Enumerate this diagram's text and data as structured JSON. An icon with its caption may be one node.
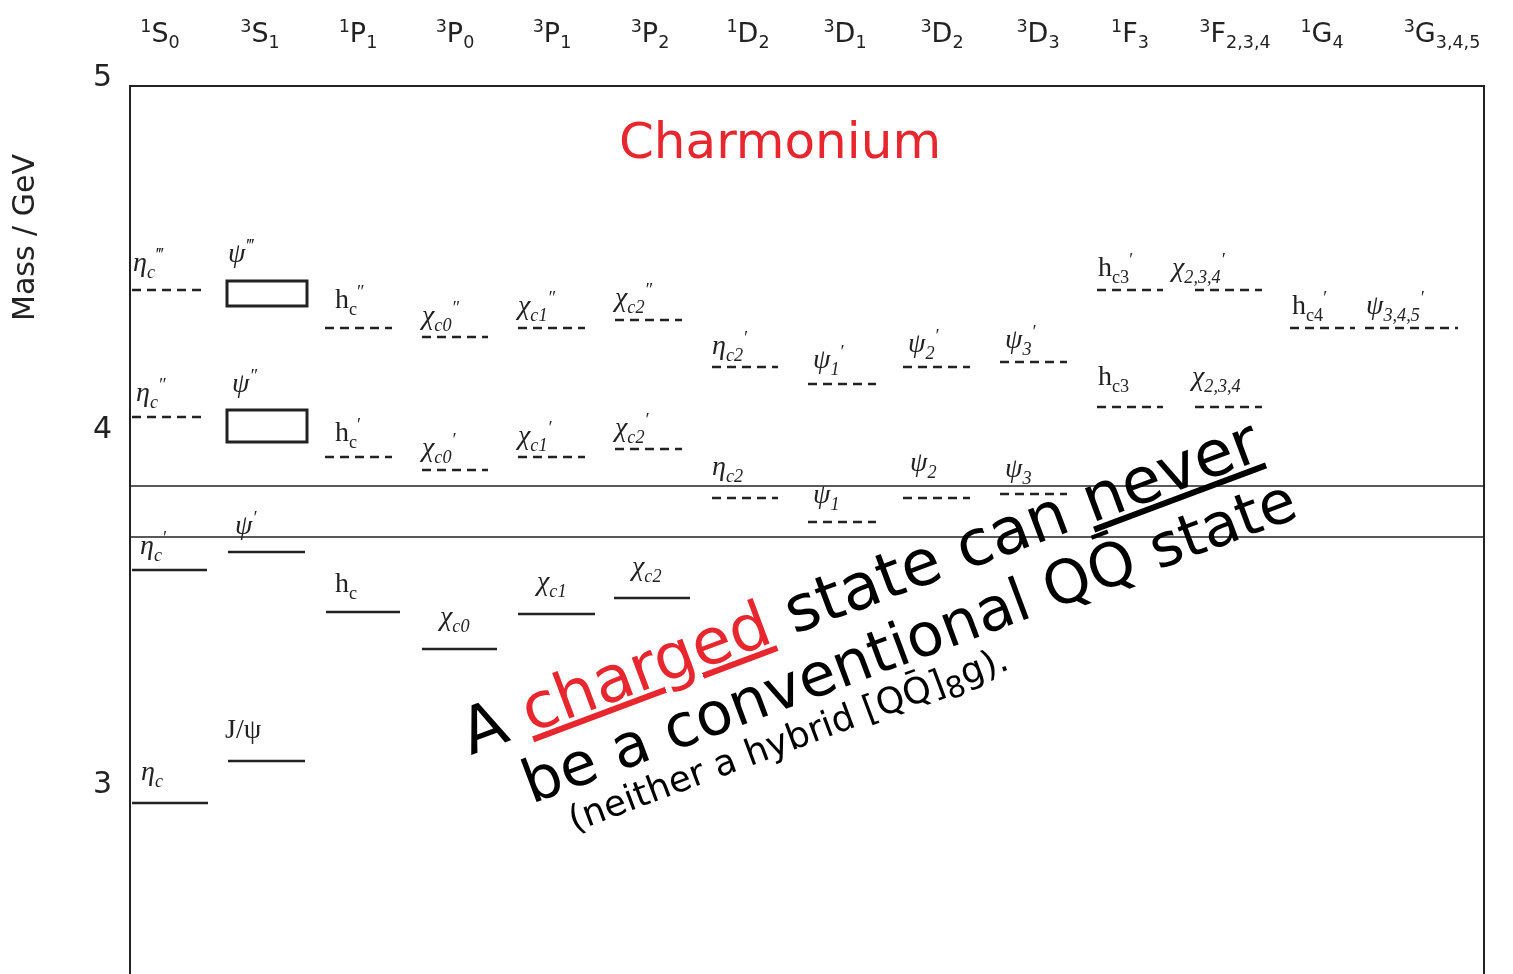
{
  "diagram": {
    "title": "Charmonium",
    "nodes": [
      {
        "text": [],
        "shape": "box"
      },
      {
        "text": [],
        "shape": "box"
      }
    ],
    "labels": [
      "$^{1}$S$_{0}$",
      "$^{3}$S$_{1}$",
      "$^{1}$P$_{1}$",
      "$^{3}$P$_{0}$",
      "$^{3}$P$_{1}$",
      "$^{3}$P$_{2}$",
      "$^{1}$D$_{2}$",
      "$^{3}$D$_{1}$",
      "$^{3}$D$_{2}$",
      "$^{3}$D$_{3}$",
      "$^{1}$F$_{3}$",
      "$^{3}$F$_{2,3,4}$",
      "$^{1}$G$_{4}$",
      "$^{3}$G$_{3,4,5}$",
      "5",
      "Mass / GeV",
      "η$_{c}$$^{‴}$",
      "ψ$^{‴}$",
      "h$_{c}$$^{″}$",
      "χ$_{c0}$$^{″}$",
      "χ$_{c1}$$^{″}$",
      "χ$_{c2}$$^{″}$",
      "η$_{c2}$$^{′}$",
      "ψ$_{1}$$^{′}$",
      "ψ$_{2}$$^{′}$",
      "ψ$_{3}$$^{′}$",
      "h$_{c3}$$^{′}$",
      "χ$_{2,3,4}$$^{′}$",
      "h$_{c4}$$^{′}$",
      "ψ$_{3,4,5}$$^{′}$",
      "h$_{c3}$",
      "χ$_{2,3,4}$",
      "4",
      "η$_{c}$$^{″}$",
      "ψ$^{″}$",
      "h$_{c}$$^{′}$",
      "χ$_{c0}$$^{′}$",
      "χ$_{c1}$$^{′}$",
      "χ$_{c2}$$^{′}$",
      "η$_{c2}$",
      "ψ$_{1}$",
      "ψ$_{2}$",
      "ψ$_{3}$",
      "η$_{c}$$^{′}$",
      "ψ$^{′}$",
      "h$_{c}$",
      "χ$_{c0}$",
      "χ$_{c1}$",
      "χ$_{c2}$",
      "J/ψ",
      "3",
      "η$_{c}$",
      "A",
      "charged",
      "state can",
      "never",
      "be a conventional QQ̄ state",
      "(neither a hybrid [QQ̄]$_{8}$g)."
    ]
  }
}
